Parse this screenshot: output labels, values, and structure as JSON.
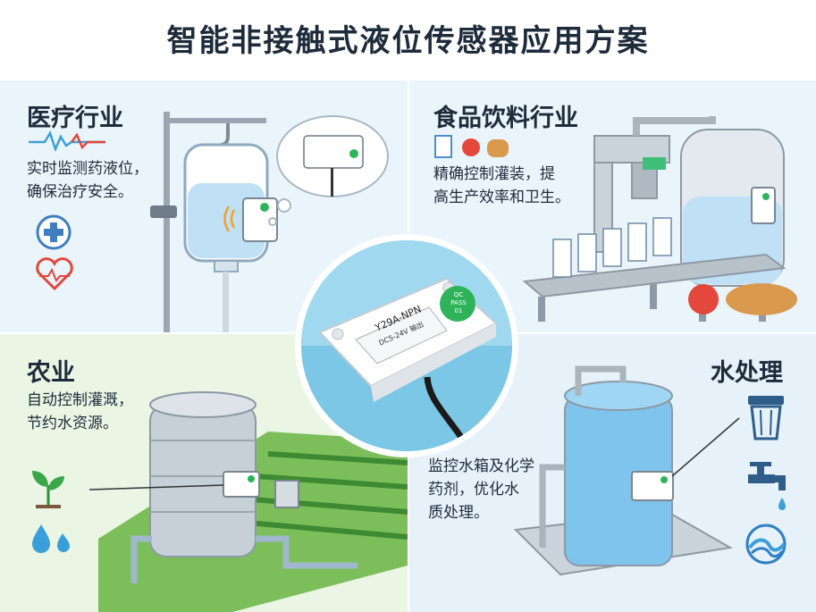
{
  "title": "智能非接触式液位传感器应用方案",
  "sensor": {
    "model": "Y29A-NPN",
    "spec": "DC5-24V 输出",
    "badge": [
      "QC",
      "PASS",
      "01"
    ]
  },
  "sections": {
    "medical": {
      "title": "医疗行业",
      "lines": [
        "实时监测药液位，",
        "确保治疗安全。"
      ]
    },
    "food": {
      "title": "食品饮料行业",
      "lines": [
        "精确控制灌装，提",
        "高生产效率和卫生。"
      ]
    },
    "agri": {
      "title": "农业",
      "lines": [
        "自动控制灌溉，",
        "节约水资源。"
      ]
    },
    "water": {
      "title": "水处理",
      "lines": [
        "监控水箱及化学",
        "药剂，优化水",
        "质处理。"
      ]
    }
  },
  "colors": {
    "sky": "#eaf4fb",
    "field": "#eaf5e4",
    "water": "#bfe0f5",
    "accent_green": "#2fb35a",
    "red": "#e4473c"
  },
  "icons": [
    "heartbeat-icon",
    "medical-cross-icon",
    "heart-icon",
    "milk-icon",
    "apple-icon",
    "bread-icon",
    "seedling-icon",
    "water-drops-icon",
    "filter-icon",
    "faucet-icon",
    "wave-icon"
  ]
}
